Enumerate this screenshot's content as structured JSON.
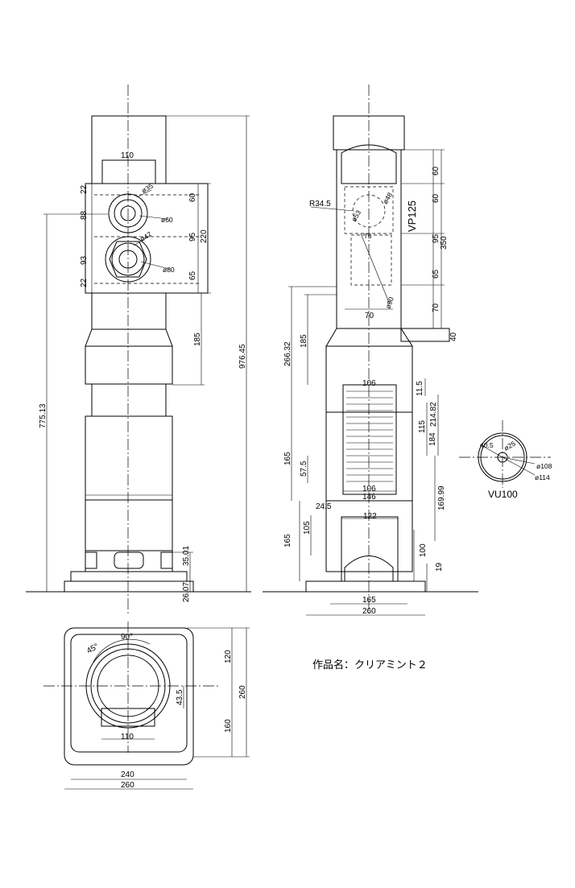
{
  "title": "作品名：クリアミント２",
  "front_view": {
    "d_top_width": "110",
    "d_22a": "22",
    "d_88": "88",
    "d_93": "93",
    "d_22b": "22",
    "d_60": "60",
    "d_95": "95",
    "d_220": "220",
    "d_65": "65",
    "d_185": "185",
    "d_total_height": "976.45",
    "d_775": "775.13",
    "d_35": "35.01",
    "d_26": "26.07",
    "pipe_upper": "ø60",
    "pipe_lower": "ø80",
    "small_hole": "ø35",
    "small_hole_b": "ø47"
  },
  "side_view": {
    "d_60a": "60",
    "d_60b": "60",
    "d_95": "95",
    "d_65": "65",
    "d_70v": "70",
    "d_350": "350",
    "d_40": "40",
    "d_r": "R34.5",
    "d_75": "75",
    "d_53": "ø53",
    "d_48": "ø48",
    "d_90": "ø90",
    "d_70h": "70",
    "d_266": "266.32",
    "d_185": "185",
    "d_106a": "106",
    "d_11": "11.5",
    "d_214": "214.82",
    "d_115": "115",
    "d_184": "184",
    "d_165a": "165",
    "d_57": "57.5",
    "d_106b": "106",
    "d_146": "146",
    "d_169": "169.99",
    "d_24": "24.5",
    "d_122": "122",
    "d_105": "105",
    "d_165b": "165",
    "d_100": "100",
    "d_19": "19",
    "d_165w": "165",
    "d_260w": "260",
    "pipe_label": "VP125"
  },
  "section": {
    "label": "VU100",
    "d_40": "40.5",
    "d_25": "ø25",
    "d_108": "ø108",
    "d_114": "ø114"
  },
  "plan_view": {
    "d_90deg": "90°",
    "d_45deg": "45°",
    "d_43": "43.5",
    "d_110": "110",
    "d_120": "120",
    "d_160": "160",
    "d_260v": "260",
    "d_240": "240",
    "d_260h": "260"
  }
}
